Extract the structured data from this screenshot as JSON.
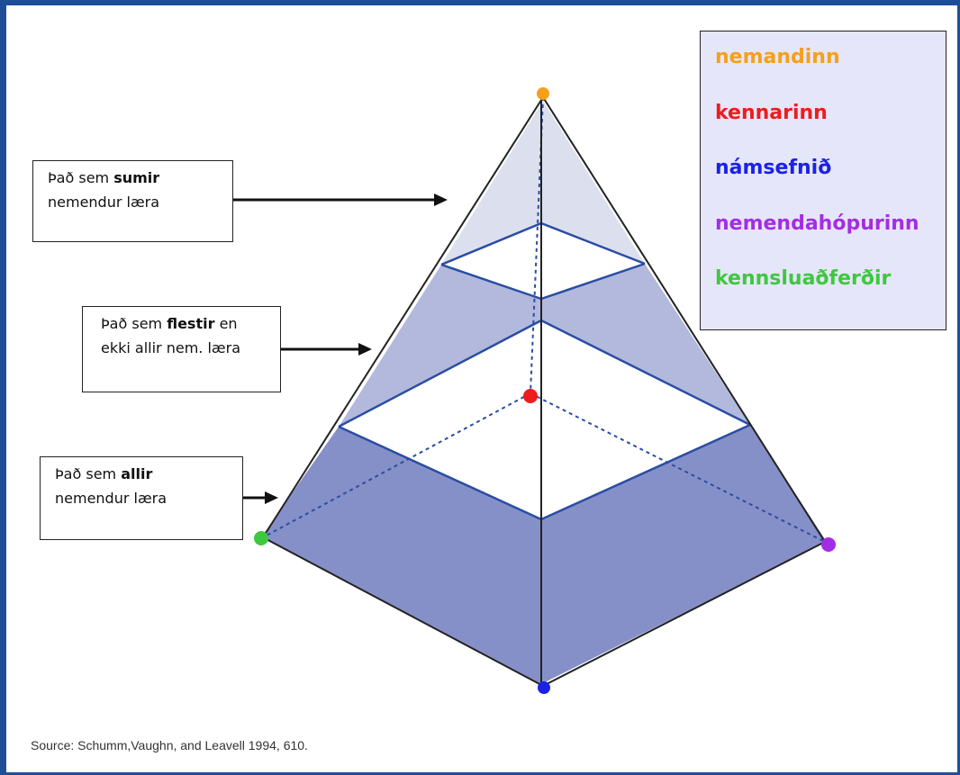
{
  "labels": {
    "sumir": {
      "prefix": "Það sem ",
      "bold": "sumir",
      "line2": "nemendur læra"
    },
    "flestir": {
      "prefix": "Það sem ",
      "bold": "flestir",
      "suffix": " en",
      "line2": "ekki allir nem. læra"
    },
    "allir": {
      "prefix": "Það sem ",
      "bold": "allir",
      "line2": "nemendur læra"
    }
  },
  "legend": [
    {
      "label": "nemandinn",
      "color": "#f5a01b"
    },
    {
      "label": "kennarinn",
      "color": "#ee1c1c"
    },
    {
      "label": "námsefnið",
      "color": "#1b22e6"
    },
    {
      "label": "nemendahópurinn",
      "color": "#a32de6"
    },
    {
      "label": "kennsluaðferðir",
      "color": "#3ec83e"
    }
  ],
  "source": "Source: Schumm,Vaughn, and Leavell 1994, 610.",
  "colors": {
    "frame": "#1f4e99",
    "tier_top": "#dcdfee",
    "tier_middle": "#b2b9dc",
    "tier_bottom": "#8690c8",
    "edge": "#2a4da3"
  }
}
